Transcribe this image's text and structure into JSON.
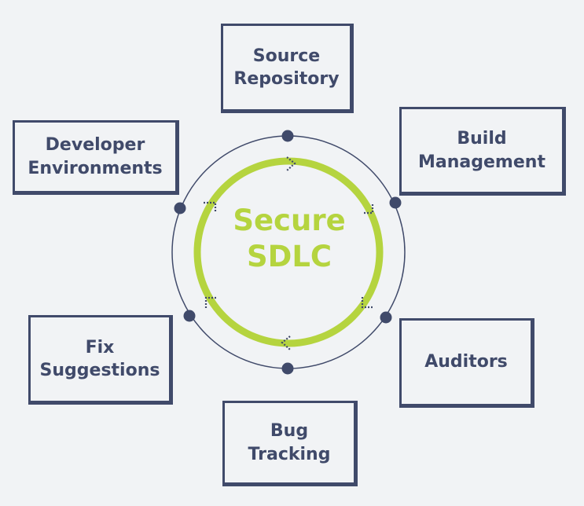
{
  "diagram": {
    "center": {
      "line1": "Secure",
      "line2": "SDLC"
    },
    "nodes": [
      {
        "id": "source-repository",
        "lines": [
          "Source",
          "Repository"
        ]
      },
      {
        "id": "build-management",
        "lines": [
          "Build",
          "Management"
        ]
      },
      {
        "id": "auditors",
        "lines": [
          "Auditors"
        ]
      },
      {
        "id": "bug-tracking",
        "lines": [
          "Bug",
          "Tracking"
        ]
      },
      {
        "id": "fix-suggestions",
        "lines": [
          "Fix",
          "Suggestions"
        ]
      },
      {
        "id": "developer-environments",
        "lines": [
          "Developer",
          "Environments"
        ]
      }
    ],
    "colors": {
      "background": "#f1f3f5",
      "box_border": "#404a6a",
      "text": "#404a6a",
      "accent_green": "#b5d43f",
      "connector": "#404a6a"
    }
  }
}
